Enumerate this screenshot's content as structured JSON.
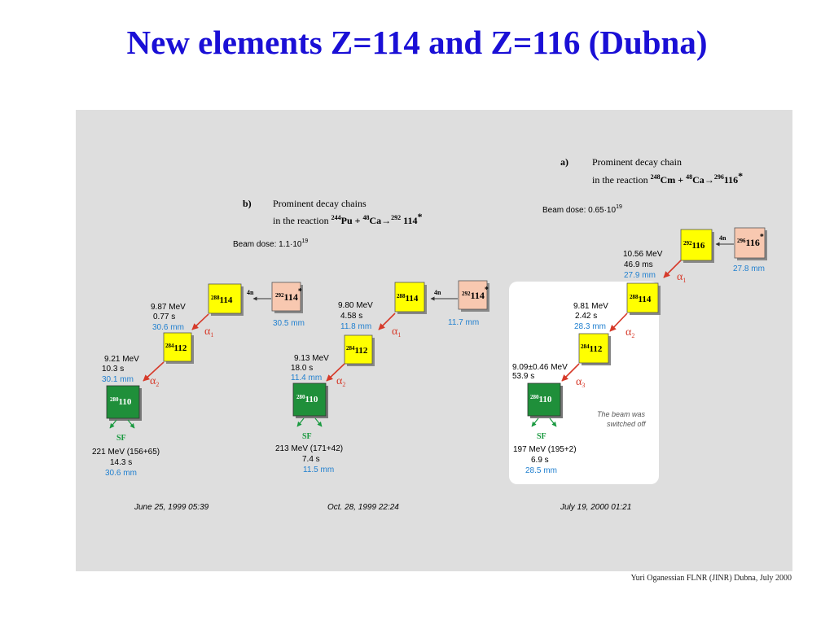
{
  "title": "New elements Z=114 and Z=116 (Dubna)",
  "credit": "Yuri Oganessian  FLNR (JINR)  Dubna, July 2000",
  "colors": {
    "title": "#1a0fd6",
    "panel": "#dedede",
    "yellow_box": "#ffff00",
    "pink_box": "#f8c8b0",
    "green_box": "#1f8f3a",
    "blue_text": "#1f7fcf",
    "arrow_red": "#d63a2a",
    "sf_green": "#1a9a40"
  },
  "panel_b": {
    "label": "b)",
    "line1": "Prominent decay chains",
    "line2_prefix": "in the reaction ",
    "line2_a": "244",
    "line2_b": "Pu + ",
    "line2_c": "48",
    "line2_d": "Ca",
    "line2_e": "292",
    "line2_f": " 114",
    "line2_g": "*",
    "beam": "Beam dose: 1.1·10",
    "beam_exp": "19"
  },
  "panel_a": {
    "label": "a)",
    "line1": "Prominent decay chain",
    "line2_prefix": "in the reaction ",
    "line2_a": "248",
    "line2_b": "Cm + ",
    "line2_c": "48",
    "line2_d": "Ca",
    "line2_e": "296",
    "line2_f": "116",
    "line2_g": "*",
    "beam": "Beam dose: 0.65·10",
    "beam_exp": "19"
  },
  "chain1": {
    "compound_mass": "292",
    "compound_z": "114",
    "n_label": "4n",
    "compound_range": "30.5 mm",
    "b1_mass": "288",
    "b1_z": "114",
    "b2_mass": "284",
    "b2_z": "112",
    "b3_mass": "280",
    "b3_z": "110",
    "a1_energy": "9.87 MeV",
    "a1_time": "0.77 s",
    "a1_range": "30.6 mm",
    "a1_label": "α",
    "a1_sub": "1",
    "a2_energy": "9.21 MeV",
    "a2_time": "10.3 s",
    "a2_range": "30.1 mm",
    "a2_label": "α",
    "a2_sub": "2",
    "sf_label": "SF",
    "sf_energy": "221 MeV (156+65)",
    "sf_time": "14.3 s",
    "sf_range": "30.6 mm",
    "date": "June 25, 1999  05:39"
  },
  "chain2": {
    "compound_mass": "292",
    "compound_z": "114",
    "n_label": "4n",
    "compound_range": "11.7 mm",
    "b1_mass": "288",
    "b1_z": "114",
    "b2_mass": "284",
    "b2_z": "112",
    "b3_mass": "280",
    "b3_z": "110",
    "a1_energy": "9.80 MeV",
    "a1_time": "4.58 s",
    "a1_range": "11.8 mm",
    "a1_label": "α",
    "a1_sub": "1",
    "a2_energy": "9.13 MeV",
    "a2_time": "18.0 s",
    "a2_range": "11.4 mm",
    "a2_label": "α",
    "a2_sub": "2",
    "sf_label": "SF",
    "sf_energy": "213 MeV (171+42)",
    "sf_time": "7.4 s",
    "sf_range": "11.5 mm",
    "date": "Oct. 28, 1999  22:24"
  },
  "chain3": {
    "compound_mass": "296",
    "compound_z": "116",
    "n_label": "4n",
    "compound_range": "27.8 mm",
    "b0_mass": "292",
    "b0_z": "116",
    "b1_mass": "288",
    "b1_z": "114",
    "b2_mass": "284",
    "b2_z": "112",
    "b3_mass": "280",
    "b3_z": "110",
    "a1_energy": "10.56 MeV",
    "a1_time": "46.9 ms",
    "a1_range": "27.9 mm",
    "a1_label": "α",
    "a1_sub": "1",
    "a2_energy": "9.81 MeV",
    "a2_time": "2.42 s",
    "a2_range": "28.3 mm",
    "a2_label": "α",
    "a2_sub": "2",
    "a3_energy": "9.09±0.46 MeV",
    "a3_time": "53.9 s",
    "a3_label": "α",
    "a3_sub": "3",
    "beam_off_1": "The beam was",
    "beam_off_2": "switched off",
    "sf_label": "SF",
    "sf_energy": "197 MeV (195+2)",
    "sf_time": "6.9 s",
    "sf_range": "28.5 mm",
    "date": "July 19, 2000  01:21"
  }
}
